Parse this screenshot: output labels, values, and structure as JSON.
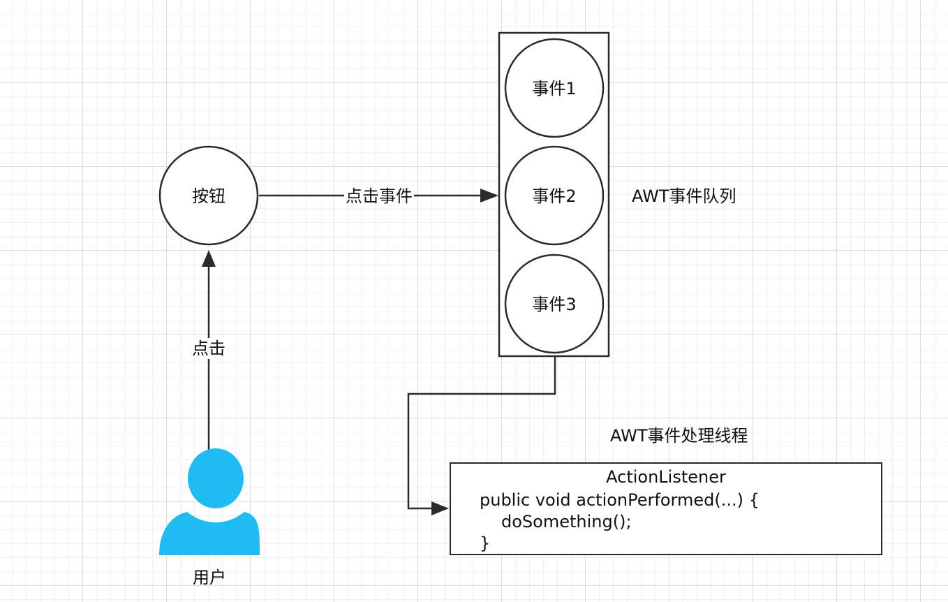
{
  "nodes": {
    "button": "按钮",
    "event1": "事件1",
    "event2": "事件2",
    "event3": "事件3",
    "user": "用户"
  },
  "edges": {
    "click": "点击",
    "click_event": "点击事件"
  },
  "labels": {
    "queue": "AWT事件队列",
    "dispatch_thread": "AWT事件处理线程"
  },
  "listener": {
    "title": "ActionListener",
    "line1": "public void actionPerformed(...) {",
    "line2": "doSomething();",
    "line3": "}"
  },
  "colors": {
    "stroke": "#2a2a2a",
    "user_icon": "#1ebcf0"
  }
}
